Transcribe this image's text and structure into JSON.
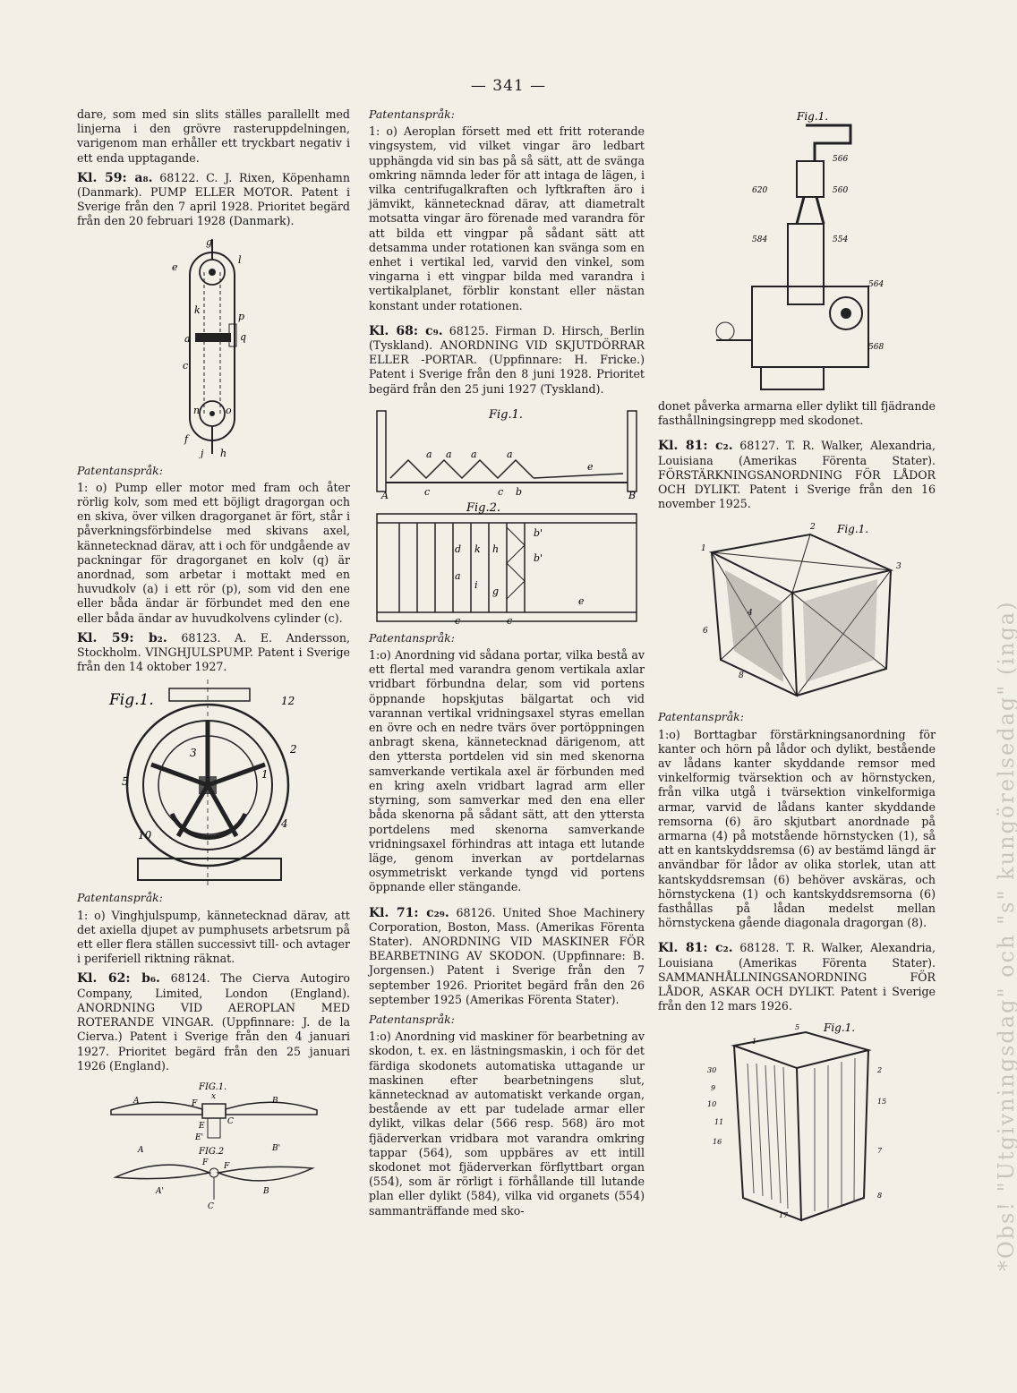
{
  "page_number": "— 341 —",
  "margin_text": "*Obs! \"Utgivningsdag\" och \"s\" kungörelsedag\" (inga)",
  "left": {
    "intro": "dare, som med sin slits ställes parallellt med linjerna i den grövre rasteruppdelningen, varigenom man erhåller ett tryckbart negativ i ett enda upptagande.",
    "e1": {
      "kl": "Kl. 59: a₈.",
      "body": "68122. C. J. Rixen, Köpenhamn (Danmark). PUMP ELLER MOTOR. Patent i Sverige från den 7 april 1928. Prioritet begärd från den 20 februari 1928 (Danmark).",
      "pt": "Patentanspråk:",
      "claim": "1: o) Pump eller motor med fram och åter rörlig kolv, som med ett böjligt dragorgan och en skiva, över vilken dragorganet är fört, står i påverkningsförbindelse med skivans axel, kännetecknad därav, att i och för undgående av packningar för dragorganet en kolv (q) är anordnad, som arbetar i mottakt med en huvudkolv (a) i ett rör (p), som vid den ene eller båda ändar är förbundet med den ene eller båda ändar av huvudkolvens cylinder (c)."
    },
    "e2": {
      "kl": "Kl. 59: b₂.",
      "body": "68123. A. E. Andersson, Stockholm. VINGHJULSPUMP. Patent i Sverige från den 14 oktober 1927.",
      "pt": "Patentanspråk:",
      "claim": "1: o) Vinghjulspump, kännetecknad därav, att det axiella djupet av pumphusets arbetsrum på ett eller flera ställen successivt till- och avtager i periferiell riktning räknat."
    },
    "e3": {
      "kl": "Kl. 62: b₆.",
      "body": "68124. The Cierva Autogiro Company, Limited, London (England). ANORDNING VID AEROPLAN MED ROTERANDE VINGAR. (Uppfinnare: J. de la Cierva.) Patent i Sverige från den 4 januari 1927. Prioritet begärd från den 25 januari 1926 (England)."
    }
  },
  "mid": {
    "pt1": "Patentanspråk:",
    "claim1": "1: o) Aeroplan försett med ett fritt roterande vingsystem, vid vilket vingar äro ledbart upphängda vid sin bas på så sätt, att de svänga omkring nämnda leder för att intaga de lägen, i vilka centrifugalkraften och lyftkraften äro i jämvikt, kännetecknad därav, att diametralt motsatta vingar äro förenade med varandra för att bilda ett vingpar på sådant sätt att detsamma under rotationen kan svänga som en enhet i vertikal led, varvid den vinkel, som vingarna i ett vingpar bilda med varandra i vertikalplanet, förblir konstant eller nästan konstant under rotationen.",
    "e1": {
      "kl": "Kl. 68: c₉.",
      "body": "68125. Firman D. Hirsch, Berlin (Tyskland). ANORDNING VID SKJUTDÖRRAR ELLER -PORTAR. (Uppfinnare: H. Fricke.) Patent i Sverige från den 8 juni 1928. Prioritet begärd från den 25 juni 1927 (Tyskland).",
      "pt": "Patentanspråk:",
      "claim": "1:o) Anordning vid sådana portar, vilka bestå av ett flertal med varandra genom vertikala axlar vridbart förbundna delar, som vid portens öppnande hopskjutas bälgartat och vid varannan vertikal vridningsaxel styras emellan en övre och en nedre tvärs över portöppningen anbragt skena, kännetecknad därigenom, att den yttersta portdelen vid sin med skenorna samverkande vertikala axel är förbunden med en kring axeln vridbart lagrad arm eller styrning, som samverkar med den ena eller båda skenorna på sådant sätt, att den yttersta portdelens med skenorna samverkande vridningsaxel förhindras att intaga ett lutande läge, genom inverkan av portdelarnas osymmetriskt verkande tyngd vid portens öppnande eller stängande."
    },
    "e2": {
      "kl": "Kl. 71: c₂₉.",
      "body": "68126. United Shoe Machinery Corporation, Boston, Mass. (Amerikas Förenta Stater). ANORDNING VID MASKINER FÖR BEARBETNING AV SKODON. (Uppfinnare: B. Jorgensen.) Patent i Sverige från den 7 september 1926. Prioritet begärd från den 26 september 1925 (Amerikas Förenta Stater).",
      "pt": "Patentanspråk:",
      "claim": "1:o) Anordning vid maskiner för bearbetning av skodon, t. ex. en lästningsmaskin, i och för det färdiga skodonets automatiska uttagande ur maskinen efter bearbetningens slut, kännetecknad av automatiskt verkande organ, bestående av ett par tudelade armar eller dylikt, vilkas delar (566 resp. 568) äro mot fjäderverkan vridbara mot varandra omkring tappar (564), som uppbäres av ett intill skodonet mot fjäderverkan förflyttbart organ (554), som är rörligt i förhållande till lutande plan eller dylikt (584), vilka vid organets (554) sammanträffande med sko-"
    }
  },
  "right": {
    "cont": "donet påverka armarna eller dylikt till fjädrande fasthållningsingrepp med skodonet.",
    "e1": {
      "kl": "Kl. 81: c₂.",
      "body": "68127. T. R. Walker, Alexandria, Louisiana (Amerikas Förenta Stater). FÖRSTÄRKNINGSANORDNING FÖR LÅDOR OCH DYLIKT. Patent i Sverige från den 16 november 1925.",
      "pt": "Patentanspråk:",
      "claim": "1:o) Borttagbar förstärkningsanordning för kanter och hörn på lådor och dylikt, bestående av lådans kanter skyddande remsor med vinkelformig tvärsektion och av hörnstycken, från vilka utgå i tvärsektion vinkelformiga armar, varvid de lådans kanter skyddande remsorna (6) äro skjutbart anordnade på armarna (4) på motstående hörnstycken (1), så att en kantskyddsremsa (6) av bestämd längd är användbar för lådor av olika storlek, utan att kantskyddsremsan (6) behöver avskäras, och hörnstyckena (1) och kantskyddsremsorna (6) fasthållas på lådan medelst mellan hörnstyckena gående diagonala dragorgan (8)."
    },
    "e2": {
      "kl": "Kl. 81: c₂.",
      "body": "68128. T. R. Walker, Alexandria, Louisiana (Amerikas Förenta Stater). SAMMANHÅLLNINGSANORDNING FÖR LÅDOR, ASKAR OCH DYLIKT. Patent i Sverige från den 12 mars 1926."
    }
  },
  "labels": {
    "fig1": "Fig.1.",
    "fig_1": "Fig.1.",
    "fig2": "Fig.2.",
    "fig_2caps": "FIG.2",
    "fig_1caps": "FIG.1.",
    "pump": [
      "g",
      "e",
      "k",
      "l",
      "p",
      "a",
      "q",
      "c",
      "n",
      "o",
      "f",
      "j",
      "h"
    ],
    "wheel": [
      "12",
      "2",
      "3",
      "1",
      "5",
      "4",
      "10"
    ],
    "door": [
      "A",
      "c",
      "a",
      "a",
      "a",
      "a",
      "e",
      "c",
      "b",
      "B",
      "d",
      "k",
      "h",
      "b'",
      "b'",
      "a",
      "i",
      "g",
      "e",
      "c",
      "c"
    ],
    "shoe": [
      "566",
      "560",
      "620",
      "554",
      "584",
      "564",
      "568"
    ],
    "box1": [
      "1",
      "2",
      "3",
      "4",
      "6",
      "8"
    ],
    "box2": [
      "1",
      "5",
      "30",
      "9",
      "10",
      "11",
      "16",
      "7",
      "2",
      "15",
      "17",
      "8"
    ],
    "plane": [
      "A",
      "x",
      "B",
      "F",
      "E",
      "C",
      "E'",
      "A",
      "B'",
      "F",
      "F",
      "A'",
      "C",
      "B"
    ]
  }
}
